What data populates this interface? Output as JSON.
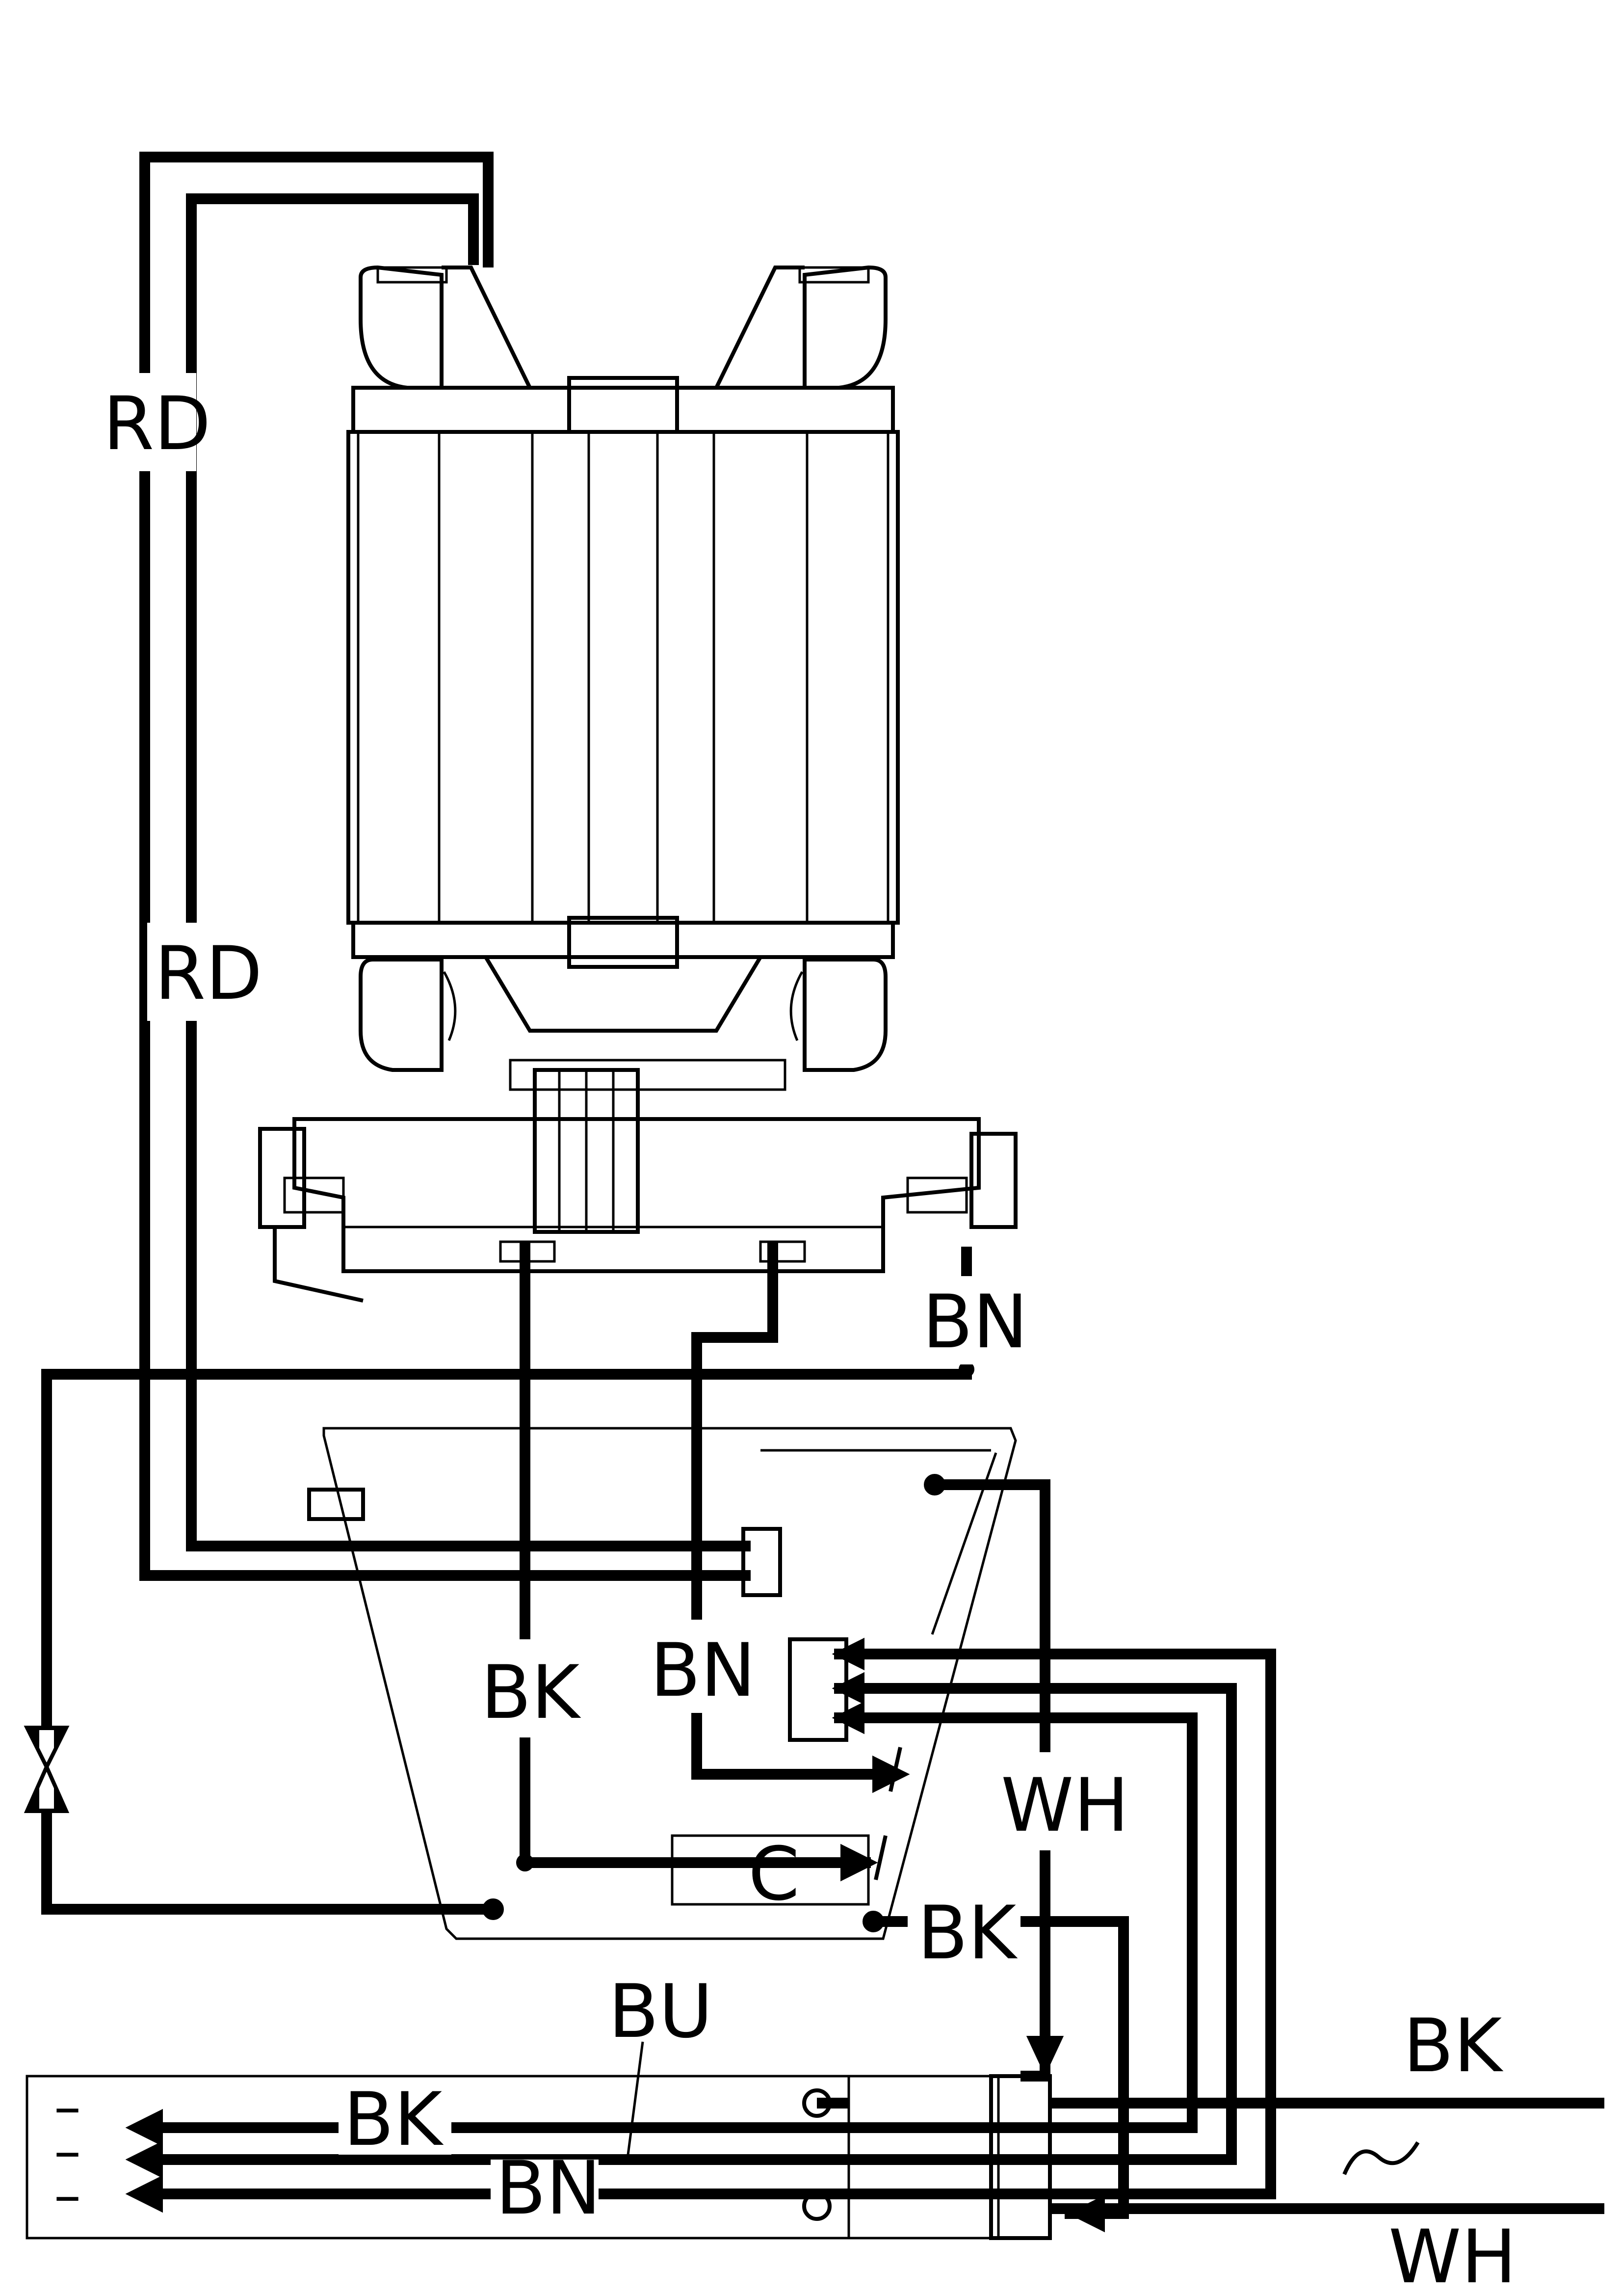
{
  "labels": {
    "rd_outer": "RD",
    "rd_inner": "RD",
    "bn_right": "BN",
    "bk_center": "BK",
    "bn_center": "BN",
    "wh_right": "WH",
    "capacitor": "C",
    "bk_lower": "BK",
    "bu": "BU",
    "bk_terminal": "BK",
    "bn_terminal": "BN",
    "bk_supply": "BK",
    "wh_supply": "WH"
  },
  "terminal_marks": [
    "–",
    "–",
    "–"
  ]
}
